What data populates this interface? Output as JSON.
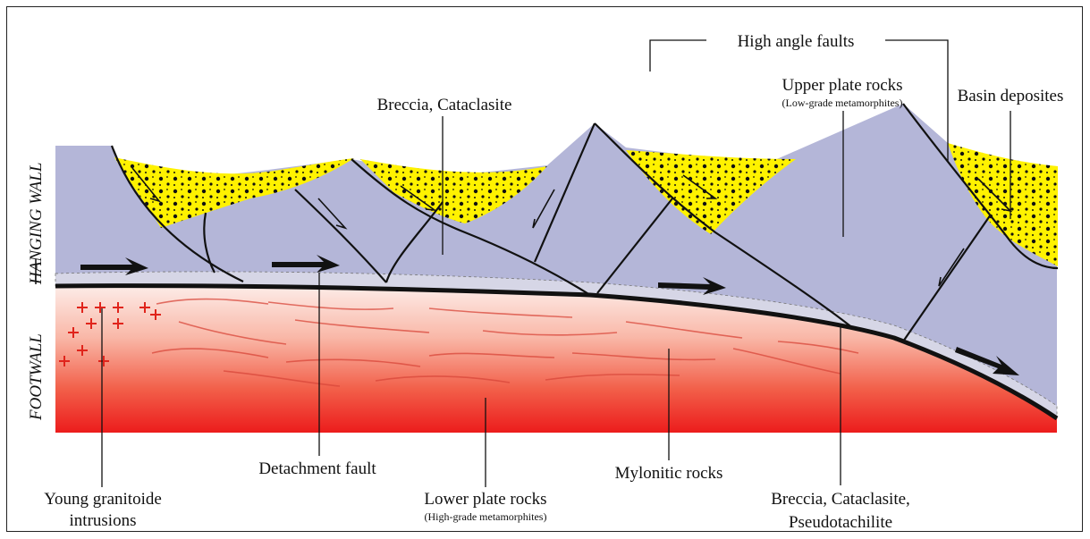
{
  "labels": {
    "high_angle_faults": "High angle faults",
    "upper_plate": "Upper plate rocks",
    "upper_plate_sub": "(Low-grade metamorphites)",
    "basin": "Basin deposites",
    "breccia_top": "Breccia, Cataclasite",
    "hanging_wall": "HANGING WALL",
    "footwall": "FOOTWALL",
    "young_granitoide_1": "Young granitoide",
    "young_granitoide_2": "intrusions",
    "detachment": "Detachment fault",
    "lower_plate": "Lower plate rocks",
    "lower_plate_sub": "(High-grade metamorphites)",
    "mylonitic": "Mylonitic rocks",
    "breccia_bottom_1": "Breccia, Cataclasite,",
    "breccia_bottom_2": "Pseudotachilite"
  },
  "colors": {
    "upper_plate": "#b4b6d8",
    "basin": "#fff200",
    "footwall_top": "#fde9e4",
    "footwall_bottom": "#ee1d1d",
    "granite_mark": "#e0241b",
    "fault_line": "#111111"
  }
}
